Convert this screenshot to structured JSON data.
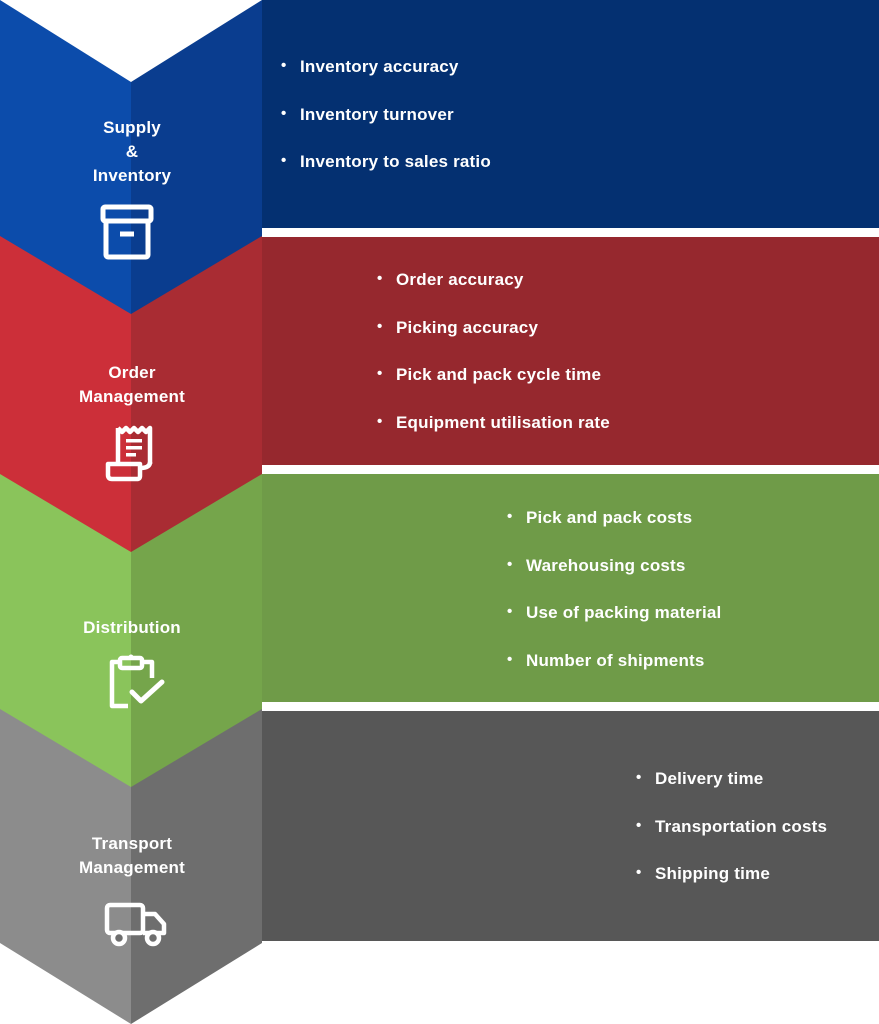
{
  "stages": [
    {
      "id": "supply",
      "label_lines": [
        "Supply",
        "&",
        "Inventory"
      ],
      "icon": "archive-box-icon",
      "color_dark": "#043071",
      "color_light": "#0a4aa7",
      "color_mid": "#083a88",
      "metrics": [
        "Inventory accuracy",
        "Inventory turnover",
        "Inventory to sales ratio"
      ]
    },
    {
      "id": "order",
      "label_lines": [
        "Order",
        "Management"
      ],
      "icon": "receipt-icon",
      "color_dark": "#96282e",
      "color_light": "#c92f38",
      "color_mid": "#ad2d34",
      "metrics": [
        "Order accuracy",
        "Picking accuracy",
        "Pick and pack cycle time",
        "Equipment utilisation rate"
      ]
    },
    {
      "id": "distribution",
      "label_lines": [
        "Distribution"
      ],
      "icon": "clipboard-check-icon",
      "color_dark": "#6f9b48",
      "color_light": "#86bf57",
      "color_mid": "#79a94d",
      "metrics": [
        "Pick and pack costs",
        "Warehousing costs",
        "Use of packing material",
        "Number of shipments"
      ]
    },
    {
      "id": "transport",
      "label_lines": [
        "Transport",
        "Management"
      ],
      "icon": "truck-icon",
      "color_dark": "#575757",
      "color_light": "#8a8a8a",
      "color_mid": "#6e6e6e",
      "metrics": [
        "Delivery time",
        "Transportation costs",
        "Shipping time"
      ]
    }
  ]
}
